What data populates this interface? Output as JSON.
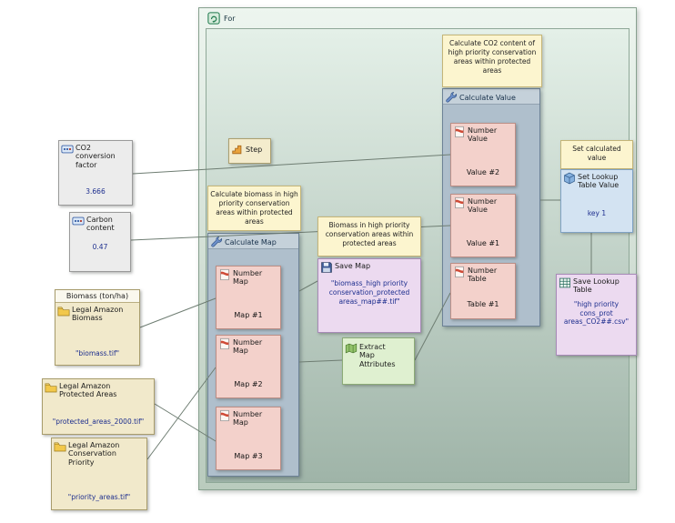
{
  "for_loop": {
    "label": "For",
    "icon": "loop-icon"
  },
  "nodes": {
    "co2_conversion_factor": {
      "icon": "number-widget-icon",
      "title": "CO2 conversion factor",
      "value": "3.666"
    },
    "carbon_content": {
      "icon": "number-widget-icon",
      "title": "Carbon content",
      "value": "0.47"
    },
    "legal_amazon_biomass": {
      "icon": "folder-icon",
      "caption": "Biomass (ton/ha)",
      "title": "Legal Amazon Biomass",
      "value": "\"biomass.tif\""
    },
    "legal_amazon_protected_areas": {
      "icon": "folder-icon",
      "title": "Legal Amazon Protected Areas",
      "value": "\"protected_areas_2000.tif\""
    },
    "legal_amazon_conservation_priority": {
      "icon": "folder-icon",
      "title": "Legal Amazon Conservation Priority",
      "value": "\"priority_areas.tif\""
    },
    "step": {
      "icon": "step-icon",
      "title": "Step"
    },
    "calculate_map": {
      "icon": "wrench-icon",
      "title": "Calculate Map"
    },
    "number_map_1": {
      "icon": "number-port-icon",
      "title": "Number Map",
      "label": "Map #1"
    },
    "number_map_2": {
      "icon": "number-port-icon",
      "title": "Number Map",
      "label": "Map #2"
    },
    "number_map_3": {
      "icon": "number-port-icon",
      "title": "Number Map",
      "label": "Map #3"
    },
    "save_map": {
      "icon": "floppy-disk-icon",
      "title": "Save Map",
      "value": "\"biomass_high priority conservation_protected areas_map##.tif\""
    },
    "extract_map_attributes": {
      "icon": "map-layers-icon",
      "title": "Extract Map Attributes"
    },
    "calculate_value": {
      "icon": "wrench-icon",
      "title": "Calculate Value"
    },
    "number_value_2": {
      "icon": "number-port-icon",
      "title": "Number Value",
      "label": "Value #2"
    },
    "number_value_1": {
      "icon": "number-port-icon",
      "title": "Number Value",
      "label": "Value #1"
    },
    "number_table_1": {
      "icon": "number-port-icon",
      "title": "Number Table",
      "label": "Table #1"
    },
    "set_lookup_table_value": {
      "icon": "cube-icon",
      "title": "Set Lookup Table Value",
      "value": "key 1"
    },
    "save_lookup_table": {
      "icon": "table-grid-icon",
      "title": "Save Lookup Table",
      "value": "\"high priority cons_prot areas_CO2##.csv\""
    }
  },
  "comments": {
    "calculate_biomass": "Calculate biomass in high priority conservation areas within protected areas",
    "biomass_result": "Biomass in high priority conservation areas within protected areas",
    "calculate_co2": "Calculate CO2 content of high priority conservation areas within protected areas",
    "set_calculated_value": "Set calculated value"
  },
  "colors": {
    "for_container_top": "#e6f1e9",
    "for_container_bottom": "#9fb4a8",
    "group_container": "#afbfcc",
    "node_gray": "#ececec",
    "node_tan": "#f1e9cb",
    "node_pink": "#f3d1cb",
    "node_lavender": "#ecdaf0",
    "node_green": "#dff0d0",
    "node_blue": "#d3e3f2",
    "node_cream": "#f4eccd",
    "comment_yellow": "#fcf5cf",
    "value_text": "#1d2e8e"
  }
}
